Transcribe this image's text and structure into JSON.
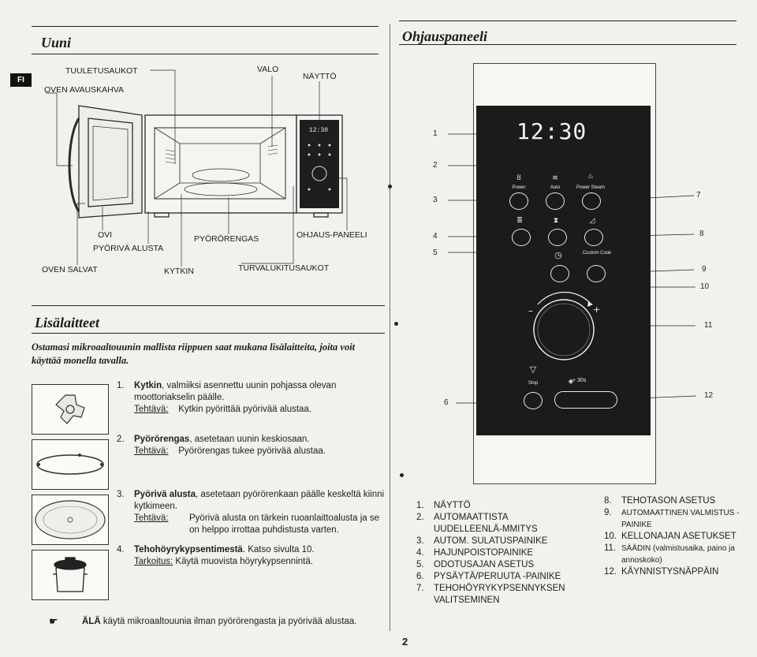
{
  "lang_tab": "FI",
  "page_number": "2",
  "left": {
    "oven_title": "Uuni",
    "labels": {
      "tuuletus": "TUULETUSAUKOT",
      "valo": "VALO",
      "naytto": "NÄYTTÖ",
      "kahva": "OVEN AVAUSKAHVA",
      "ovi": "OVI",
      "alusta": "PYÖRIVÄ ALUSTA",
      "rengas": "PYÖRÖRENGAS",
      "paneeli": "OHJAUS-PANEELI",
      "salvat": "OVEN SALVAT",
      "kytkin": "KYTKIN",
      "turva": "TURVALUKITUSAUKOT"
    },
    "oven_display": "12:30",
    "acc_title": "Lisälaitteet",
    "acc_intro": "Ostamasi mikroaaltouunin mallista riippuen saat mukana lisälaitteita, joita voit käyttää monella tavalla.",
    "items": [
      {
        "num": "1.",
        "name": "Kytkin",
        "desc": ", valmiiksi asennettu uunin pohjassa olevan moottoriakselin päälle.",
        "task_label": "Tehtävä:",
        "task": "Kytkin pyörittää pyörivää alustaa."
      },
      {
        "num": "2.",
        "name": "Pyörörengas",
        "desc": ", asetetaan uunin keskiosaan.",
        "task_label": "Tehtävä:",
        "task": "Pyörörengas tukee pyörivää alustaa."
      },
      {
        "num": "3.",
        "name": "Pyörivä alusta",
        "desc": ", asetetaan pyörörenkaan päälle keskeltä kiinni kytkimeen.",
        "task_label": "Tehtävä:",
        "task": "Pyörivä alusta on tärkein ruoanlaittoalusta ja se on helppo irrottaa puhdistusta varten."
      },
      {
        "num": "4.",
        "name": "Tehohöyrykypsentimestä",
        "desc": ". Katso sivulta 10.",
        "task_label": "Tarkoitus:",
        "task": "Käytä muovista höyrykypsennintä."
      }
    ],
    "warning_bold": "ÄLÄ",
    "warning_text": " käytä mikroaaltouunia ilman pyörörengasta ja pyörivää alustaa."
  },
  "right": {
    "panel_title": "Ohjauspaneeli",
    "display": "12:30",
    "callouts": [
      "1",
      "2",
      "3",
      "4",
      "5",
      "6",
      "7",
      "8",
      "9",
      "10",
      "11",
      "12"
    ],
    "button_labels": {
      "power": "Power",
      "auto": "Auto",
      "power_steam": "Power Steam",
      "custom_cook": "Custom Cook",
      "stop": "Stop",
      "start": "+ 30s"
    },
    "legend_left": [
      {
        "n": "1.",
        "t": "NÄYTTÖ"
      },
      {
        "n": "2.",
        "t": "AUTOMAATTISTA UUDELLEENLÄ-MMITYS"
      },
      {
        "n": "3.",
        "t": "AUTOM. SULATUSPAINIKE"
      },
      {
        "n": "4.",
        "t": "HAJUNPOISTOPAINIKE"
      },
      {
        "n": "5.",
        "t": "ODOTUSAJAN ASETUS"
      },
      {
        "n": "6.",
        "t": "PYSÄYTÄ/PERUUTA -PAINIKE"
      },
      {
        "n": "7.",
        "t": "TEHOHÖYRYKYPSENNYKSEN VALITSEMINEN"
      }
    ],
    "legend_right": [
      {
        "n": "8.",
        "t": "TEHOTASON ASETUS"
      },
      {
        "n": "9.",
        "t": "AUTOMAATTINEN VALMISTUS - PAINIKE"
      },
      {
        "n": "10.",
        "t": "KELLONAJAN ASETUKSET"
      },
      {
        "n": "11.",
        "t": "SÄÄDIN (valmistusaika, paino ja annoskoko)"
      },
      {
        "n": "12.",
        "t": "KÄYNNISTYSNÄPPÄIN"
      }
    ]
  }
}
